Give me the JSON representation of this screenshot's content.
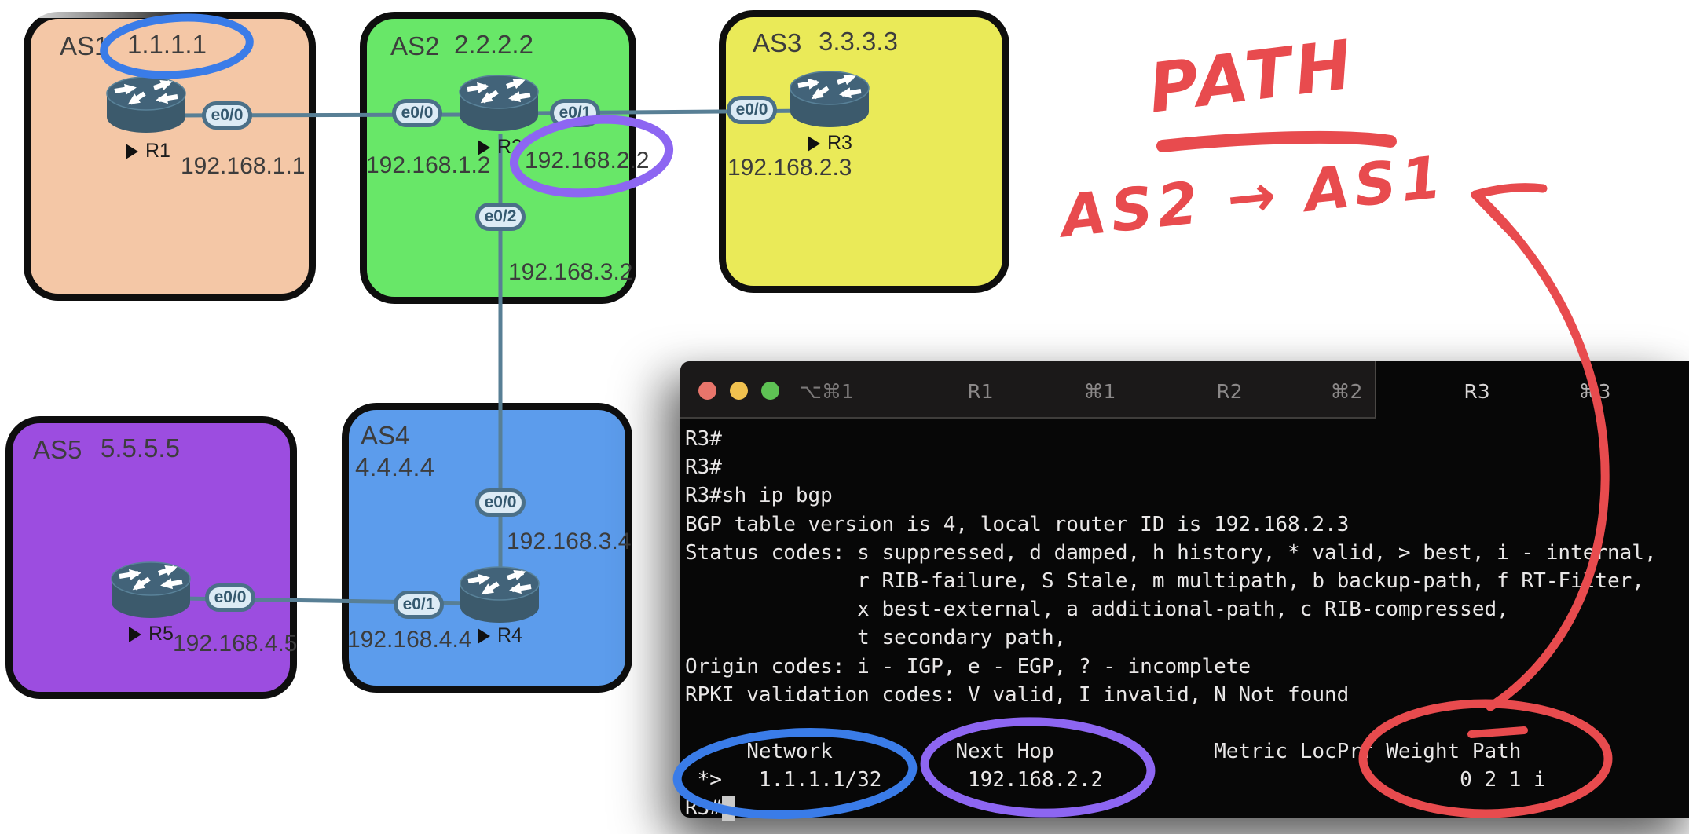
{
  "diagram": {
    "port_labels": {
      "e0_0": "e0/0",
      "e0_1": "e0/1",
      "e0_2": "e0/2"
    },
    "as1": {
      "label": "AS1",
      "router_id": "1.1.1.1",
      "router_label": "R1",
      "ip_e0_0": "192.168.1.1"
    },
    "as2": {
      "label": "AS2",
      "router_id": "2.2.2.2",
      "router_label": "R2",
      "ip_e0_0": "192.168.1.2",
      "ip_e0_1": "192.168.2.2",
      "ip_e0_2": "192.168.3.2"
    },
    "as3": {
      "label": "AS3",
      "router_id": "3.3.3.3",
      "router_label": "R3",
      "ip_e0_0": "192.168.2.3"
    },
    "as4": {
      "label": "AS4",
      "router_id": "4.4.4.4",
      "router_label": "R4",
      "ip_e0_0": "192.168.3.4",
      "ip_e0_1": "192.168.4.4"
    },
    "as5": {
      "label": "AS5",
      "router_id": "5.5.5.5",
      "router_label": "R5",
      "ip_e0_0": "192.168.4.5"
    },
    "colors": {
      "as1_fill": "#f4c7a6",
      "as2_fill": "#68e768",
      "as3_fill": "#eaea58",
      "as4_fill": "#5c9cec",
      "as5_fill": "#9c4de0",
      "link": "#587f95"
    }
  },
  "annotations": {
    "title": "PATH",
    "as_path": "AS2 → AS1",
    "colors": {
      "red": "#e84b4e",
      "blue": "#3a7ce8",
      "purple": "#8d66f2"
    }
  },
  "terminal": {
    "tabs": {
      "window_shortcut": "⌥⌘1",
      "tab1_label": "R1",
      "tab1_key": "⌘1",
      "tab2_label": "R2",
      "tab2_key": "⌘2",
      "tab3_label": "R3",
      "tab3_key": "⌘3"
    },
    "lines": [
      "R3#",
      "R3#",
      "R3#sh ip bgp",
      "BGP table version is 4, local router ID is 192.168.2.3",
      "Status codes: s suppressed, d damped, h history, * valid, > best, i - internal,",
      "              r RIB-failure, S Stale, m multipath, b backup-path, f RT-Filter,",
      "              x best-external, a additional-path, c RIB-compressed,",
      "              t secondary path,",
      "Origin codes: i - IGP, e - EGP, ? - incomplete",
      "RPKI validation codes: V valid, I invalid, N Not found",
      "",
      "     Network          Next Hop             Metric LocPrf Weight Path",
      " *>   1.1.1.1/32       192.168.2.2                             0 2 1 i",
      "R3#"
    ]
  }
}
